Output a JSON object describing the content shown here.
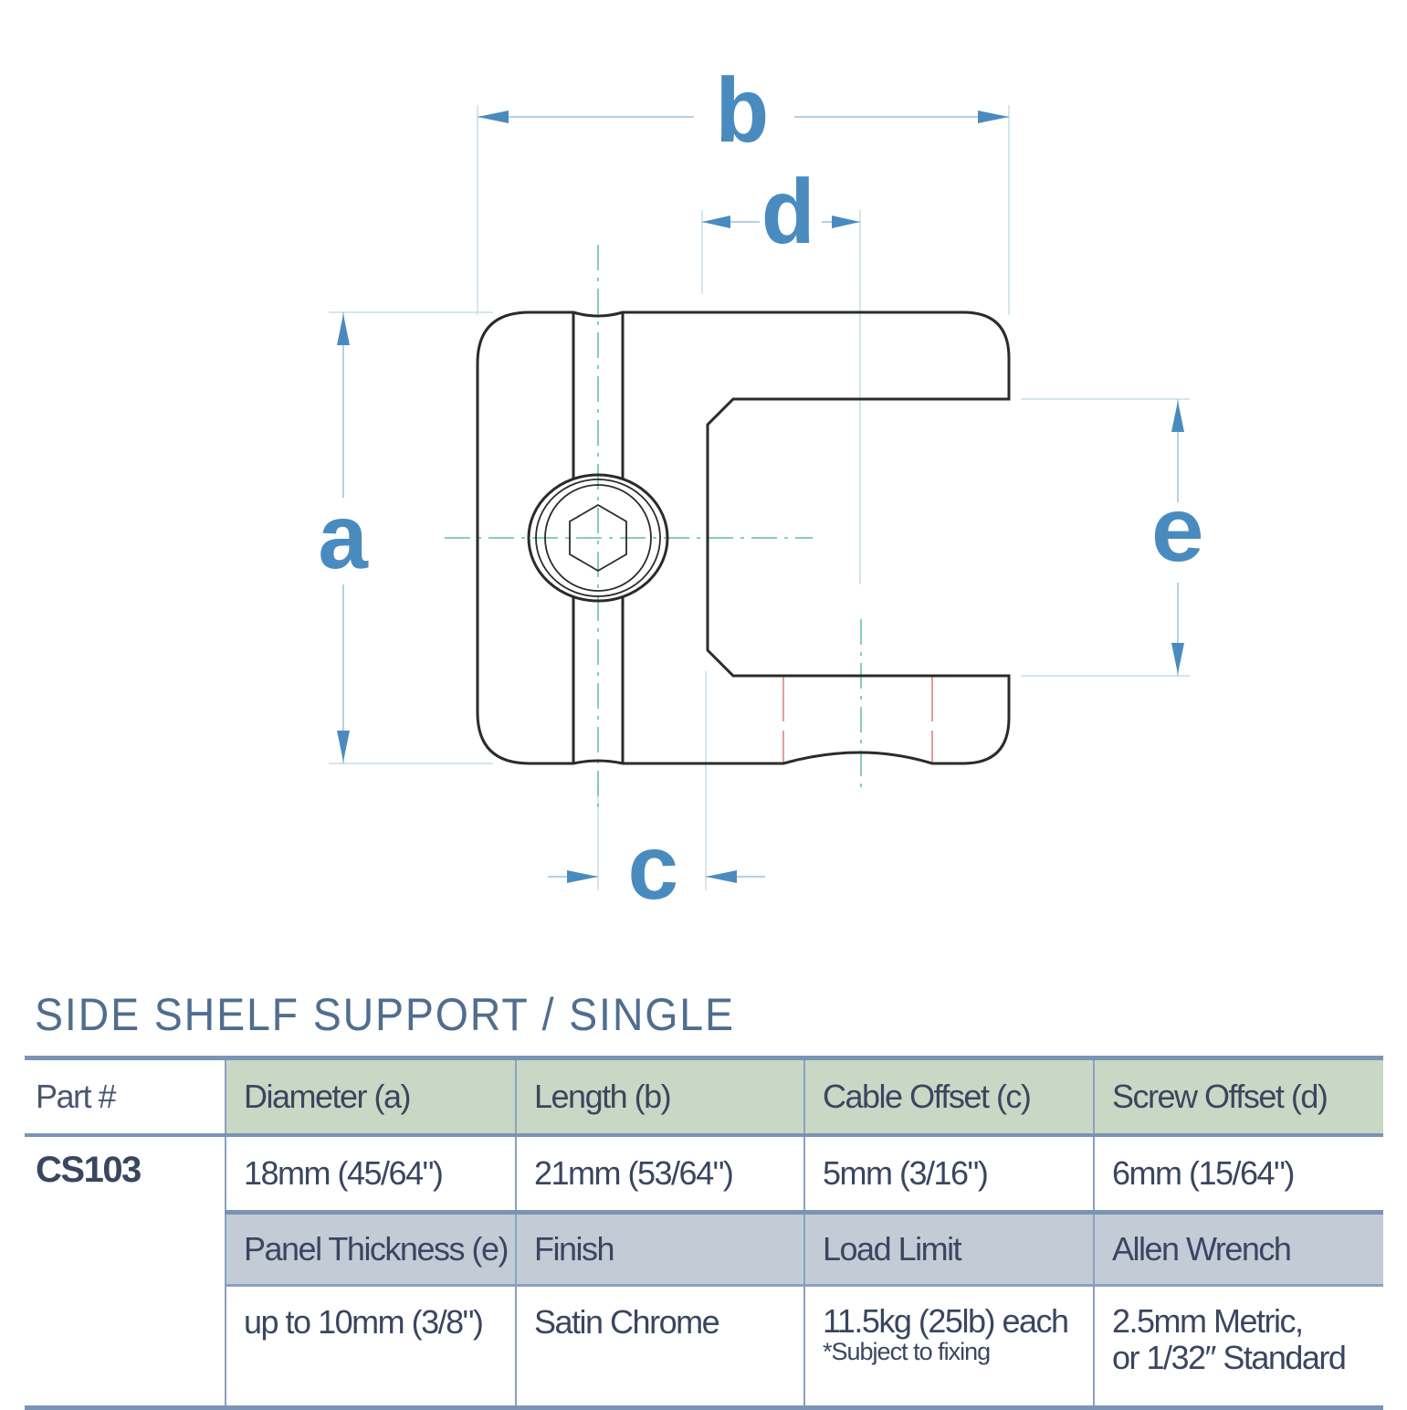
{
  "drawing": {
    "dimension_labels": {
      "a": "a",
      "b": "b",
      "c": "c",
      "d": "d",
      "e": "e"
    },
    "colors": {
      "outline": "#2b2b2b",
      "dimension": "#4a8bbf",
      "extension_line": "#c9dde8",
      "centerline": "#5fbf96",
      "hidden_line": "#e07a7a"
    }
  },
  "title": "SIDE SHELF SUPPORT / SINGLE",
  "table": {
    "part_header": "Part #",
    "part_number": "CS103",
    "row1_headers": [
      "Diameter (a)",
      "Length (b)",
      "Cable Offset (c)",
      "Screw Offset (d)"
    ],
    "row1_values": [
      "18mm (45/64\")",
      "21mm (53/64\")",
      "5mm (3/16\")",
      "6mm (15/64\")"
    ],
    "row2_headers": [
      "Panel Thickness (e)",
      "Finish",
      "Load Limit",
      "Allen Wrench"
    ],
    "row2_values": {
      "panel_thickness": "up to 10mm (3/8\")",
      "finish": "Satin Chrome",
      "load_limit": "11.5kg (25lb) each",
      "load_limit_note": "*Subject to fixing",
      "allen_wrench_line1": "2.5mm Metric,",
      "allen_wrench_line2": "or 1/32″ Standard"
    },
    "colors": {
      "header_green": "#c9d8c4",
      "header_grey": "#c3ccd6",
      "rule": "#7b93b4",
      "text": "#3a4660",
      "title": "#4f6e8f"
    }
  }
}
